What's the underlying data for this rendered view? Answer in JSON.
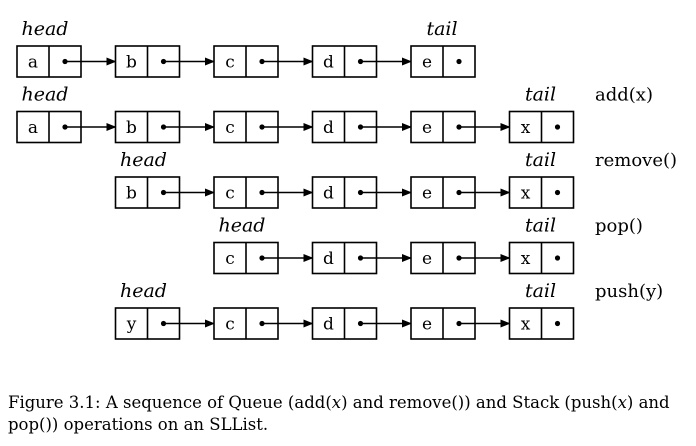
{
  "rows": [
    {
      "head_label": "head",
      "tail_label": "tail",
      "operation": "",
      "head_col": 0,
      "tail_col": 4,
      "nodes": [
        {
          "col": 0,
          "value": "a"
        },
        {
          "col": 1,
          "value": "b"
        },
        {
          "col": 2,
          "value": "c"
        },
        {
          "col": 3,
          "value": "d"
        },
        {
          "col": 4,
          "value": "e"
        }
      ]
    },
    {
      "head_label": "head",
      "tail_label": "tail",
      "operation": "add(x)",
      "head_col": 0,
      "tail_col": 5,
      "nodes": [
        {
          "col": 0,
          "value": "a"
        },
        {
          "col": 1,
          "value": "b"
        },
        {
          "col": 2,
          "value": "c"
        },
        {
          "col": 3,
          "value": "d"
        },
        {
          "col": 4,
          "value": "e"
        },
        {
          "col": 5,
          "value": "x"
        }
      ]
    },
    {
      "head_label": "head",
      "tail_label": "tail",
      "operation": "remove()",
      "head_col": 1,
      "tail_col": 5,
      "nodes": [
        {
          "col": 1,
          "value": "b"
        },
        {
          "col": 2,
          "value": "c"
        },
        {
          "col": 3,
          "value": "d"
        },
        {
          "col": 4,
          "value": "e"
        },
        {
          "col": 5,
          "value": "x"
        }
      ]
    },
    {
      "head_label": "head",
      "tail_label": "tail",
      "operation": "pop()",
      "head_col": 2,
      "tail_col": 5,
      "nodes": [
        {
          "col": 2,
          "value": "c"
        },
        {
          "col": 3,
          "value": "d"
        },
        {
          "col": 4,
          "value": "e"
        },
        {
          "col": 5,
          "value": "x"
        }
      ]
    },
    {
      "head_label": "head",
      "tail_label": "tail",
      "operation": "push(y)",
      "head_col": 1,
      "tail_col": 5,
      "nodes": [
        {
          "col": 1,
          "value": "y"
        },
        {
          "col": 2,
          "value": "c"
        },
        {
          "col": 3,
          "value": "d"
        },
        {
          "col": 4,
          "value": "e"
        },
        {
          "col": 5,
          "value": "x"
        }
      ]
    }
  ],
  "caption": {
    "prefix": "Figure 3.1: A sequence of Queue (add(",
    "var1": "x",
    "mid1": ") and remove()) and Stack (push(",
    "var2": "x",
    "suffix": ") and pop()) operations on an SLList."
  }
}
